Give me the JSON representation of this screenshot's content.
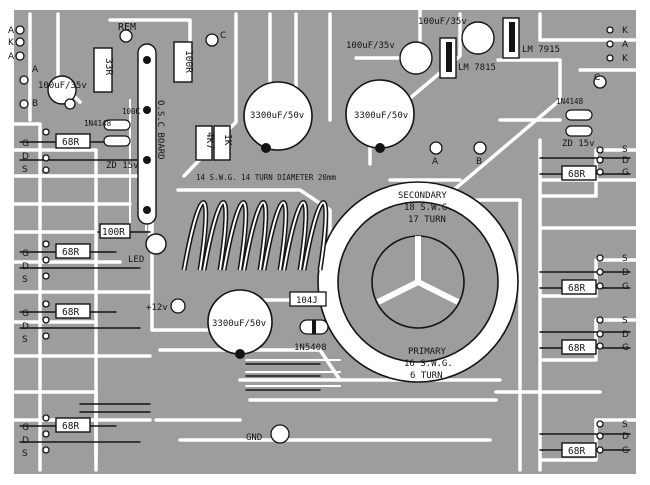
{
  "board": {
    "colors": {
      "copper": "#9d9d9d",
      "ink": "#141414",
      "paper": "#ffffff"
    }
  },
  "labels": {
    "rem": "REM",
    "r33": "33R",
    "r100_top": "100R",
    "r100k": "100K",
    "cap_100uf_left": "100uF/35v",
    "cap_100uf_top_right": "100uF/35v",
    "cap_100uf_top_mid": "100uF/35v",
    "lm7815": "LM 7815",
    "lm7915": "LM 7915",
    "diode_1n4148_left": "1N4148",
    "diode_1n4148_right": "1N4148",
    "zd15_left": "ZD 15v",
    "zd15_right": "ZD 15v",
    "osc_board": "O.S.C BOARD",
    "r4k7": "4K7",
    "r1k": "1K",
    "cap_3300_left": "3300uF/50v",
    "cap_3300_right": "3300uF/50v",
    "cap_3300_bottom": "3300uF/50v",
    "inductor": "14 S.W.G. 14 TURN DIAMETER 20mm",
    "r100_mid": "100R",
    "led": "LED",
    "plus12": "+12v",
    "cap_104j": "104J",
    "diode_1n5408": "1N5408",
    "secondary_title": "SECONDARY",
    "secondary_swg": "18 S.W.G.",
    "secondary_turns": "17 TURN",
    "primary_title": "PRIMARY",
    "primary_swg": "16 S.W.G.",
    "primary_turns": "6 TURN",
    "gnd": "GND",
    "gate_r": "68R",
    "pad_a": "A",
    "pad_b": "B",
    "pad_c": "C",
    "pad_k": "K",
    "pin_g": "G",
    "pin_d": "D",
    "pin_s": "S"
  }
}
